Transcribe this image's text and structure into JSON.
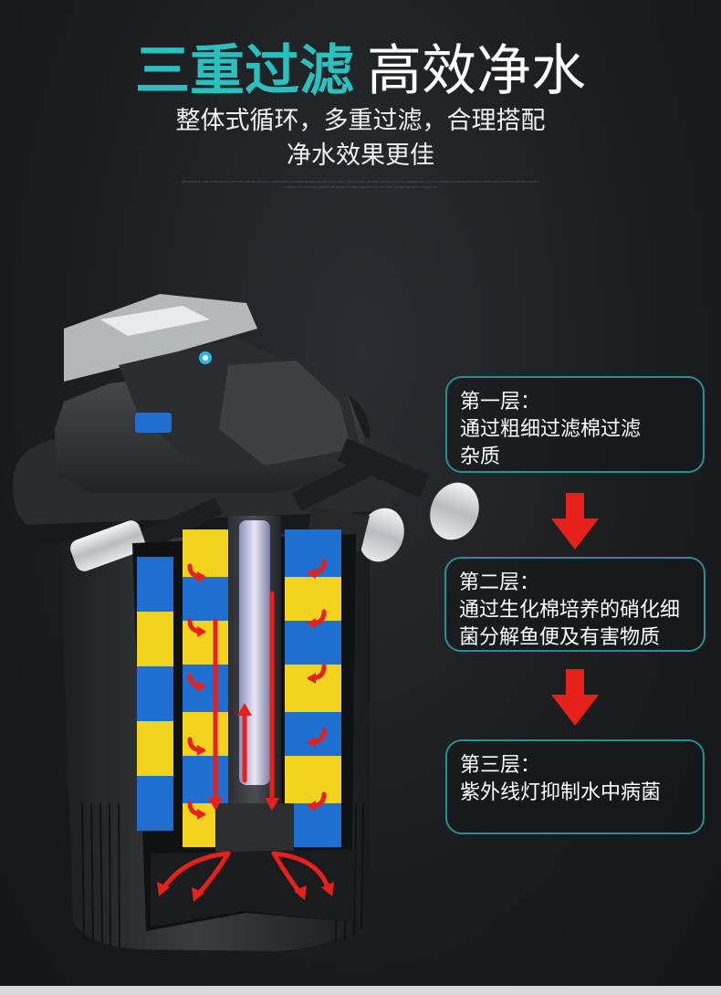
{
  "header": {
    "title_accent": "三重过滤",
    "title_rest": "高效净水",
    "subtitle_line1": "整体式循环，多重过滤，合理搭配",
    "subtitle_line2": "净水效果更佳",
    "fineprint": "ABUNDANCE LIEDI LANDSCAPE LIGHTING BRAND JOYLEDI LANDSCAPE LIGHTING BRAND ABUNDANCE LIEDI LANDSCAPE LIGHTING BRAND JOYLEDI LANDSCAPE LIGHTING BRAND ABUNDANCE LIEDI LANDSCAPE LIGHTING BRAND JOYLEDI LANDSCAPE LIGHTING BRAND ABUNDANCE LIEDI LANDSCAPE LIGHTING BRAND JOYLEDI LANDSCAPE"
  },
  "layers": [
    {
      "lines": [
        "第一层：",
        "通过粗细过滤棉过滤",
        "杂质"
      ]
    },
    {
      "lines": [
        "第二层：",
        "通过生化棉培养的硝化细",
        "菌分解鱼便及有害物质"
      ]
    },
    {
      "lines": [
        "第三层：",
        "紫外线灯抑制水中病菌"
      ]
    }
  ],
  "colors": {
    "accent_teal": "#2bc0bf",
    "card_border": "#2b8e93",
    "arrow_red": "#e8201c",
    "sponge_blue": "#1f6fd1",
    "sponge_yellow": "#f1d21d"
  },
  "icons": [
    "down-arrow-icon",
    "flow-arrow-icon",
    "uv-lamp-icon"
  ]
}
